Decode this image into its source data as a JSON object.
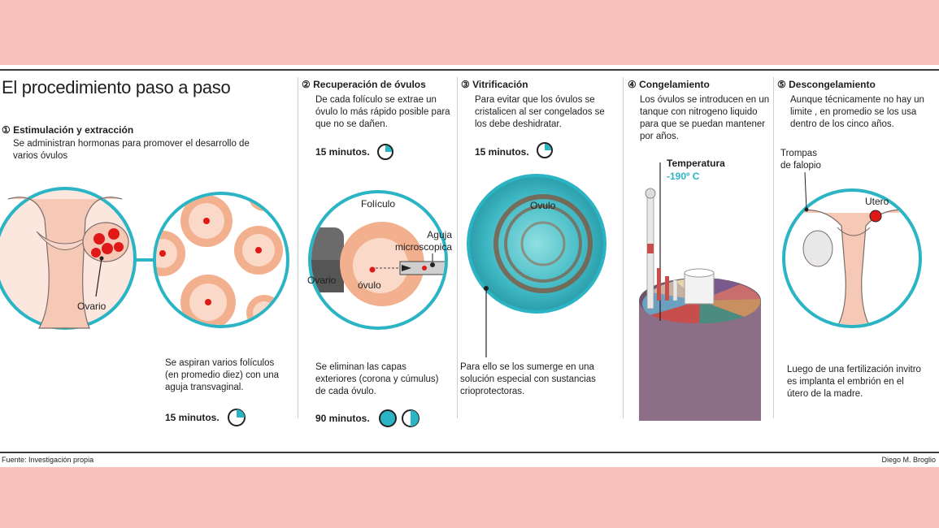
{
  "title": "El procedimiento paso a paso",
  "steps": [
    {
      "number": "①",
      "name": "Estimulación y extracción",
      "text": "Se administran hormonas para promover el desarrollo de varios óvulos"
    },
    {
      "number": "②",
      "name": "Recuperación de óvulos",
      "text": "De cada folículo se extrae un óvulo lo más rápido posible para que no se dañen."
    },
    {
      "number": "③",
      "name": "Vitrificación",
      "text": "Para evitar que los óvulos se cristalicen al ser congelados se los debe deshidratar."
    },
    {
      "number": "④",
      "name": "Congelamiento",
      "text": "Los óvulos se introducen en un tanque con nitrogeno liquido para que se puedan mantener por años."
    },
    {
      "number": "⑤",
      "name": "Descongelamiento",
      "text": "Aunque técnicamente no hay un limite , en promedio se los usa dentro de los cinco años."
    }
  ],
  "labels": {
    "ovario": "Ovario",
    "foliculo": "Folículo",
    "aguja": "Aguja microscopica",
    "ovario2": "Ovario",
    "ovulo": "óvulo",
    "ovulo3": "Ovulo",
    "temperatura": "Temperatura",
    "temp_value": "-190º C",
    "trompas": "Trompas de falopio",
    "utero": "Utero"
  },
  "captions": {
    "step1_bottom": "Se aspiran varios folículos (en promedio diez) con una aguja transvaginal.",
    "step2_bottom": "Se eliminan las capas exteriores (corona y cúmulus) de cada óvulo.",
    "step3_bottom": "Para ello se los sumerge en una solución especial con sustancias crioprotectoras.",
    "step5_bottom": "Luego de una fertilización invitro es implanta el embrión en el útero de la madre."
  },
  "times": {
    "step1": "15 minutos.",
    "step2_top": "15 minutos.",
    "step2_bottom": "90 minutos.",
    "step3": "15 minutos."
  },
  "footer": {
    "source": "Fuente: Investigación propia",
    "author": "Diego M. Broglio"
  },
  "colors": {
    "background": "#f9c3bb",
    "circle_border": "#2bb4c4",
    "follicle": "#f2b08e",
    "ovum_dot": "#e01818",
    "tank": "#8c6e86"
  }
}
